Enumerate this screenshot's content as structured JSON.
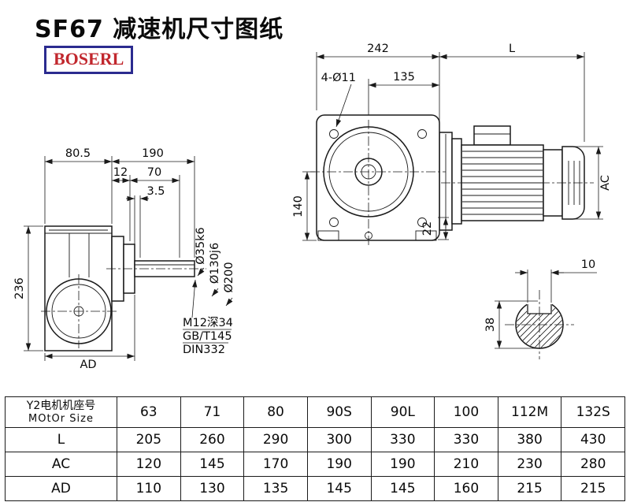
{
  "header": {
    "title": "SF67 减速机尺寸图纸",
    "logo": "BOSERL"
  },
  "front_view": {
    "d242": "242",
    "l": "L",
    "holes": "4-Ø11",
    "d135": "135",
    "d140": "140",
    "d22": "22",
    "ac": "AC"
  },
  "side_view": {
    "d80_5": "80.5",
    "d190": "190",
    "d12": "12",
    "d70": "70",
    "d3_5": "3.5",
    "d236": "236",
    "ad": "AD",
    "dia_shaft": "Ø35k6",
    "dia_spigot": "Ø130j6",
    "dia_flange": "Ø200",
    "note_tap": "M12深34",
    "note_std1": "GB/T145",
    "note_std2": "DIN332"
  },
  "shaft_view": {
    "d10": "10",
    "d38": "38"
  },
  "table": {
    "header_row": {
      "line1": "Y2电机机座号",
      "line2": "MOtOr Size",
      "values": [
        "63",
        "71",
        "80",
        "90S",
        "90L",
        "100",
        "112M",
        "132S"
      ]
    },
    "rows": [
      {
        "label": "L",
        "values": [
          "205",
          "260",
          "290",
          "300",
          "330",
          "330",
          "380",
          "430"
        ]
      },
      {
        "label": "AC",
        "values": [
          "120",
          "145",
          "170",
          "190",
          "190",
          "210",
          "230",
          "280"
        ]
      },
      {
        "label": "AD",
        "values": [
          "110",
          "130",
          "135",
          "145",
          "145",
          "160",
          "215",
          "215"
        ]
      }
    ]
  },
  "colors": {
    "line": "#1a1a1a",
    "logo_text": "#c1272d",
    "logo_border": "#2b2b8f",
    "table_border": "#1a1a1a",
    "background": "#ffffff"
  }
}
